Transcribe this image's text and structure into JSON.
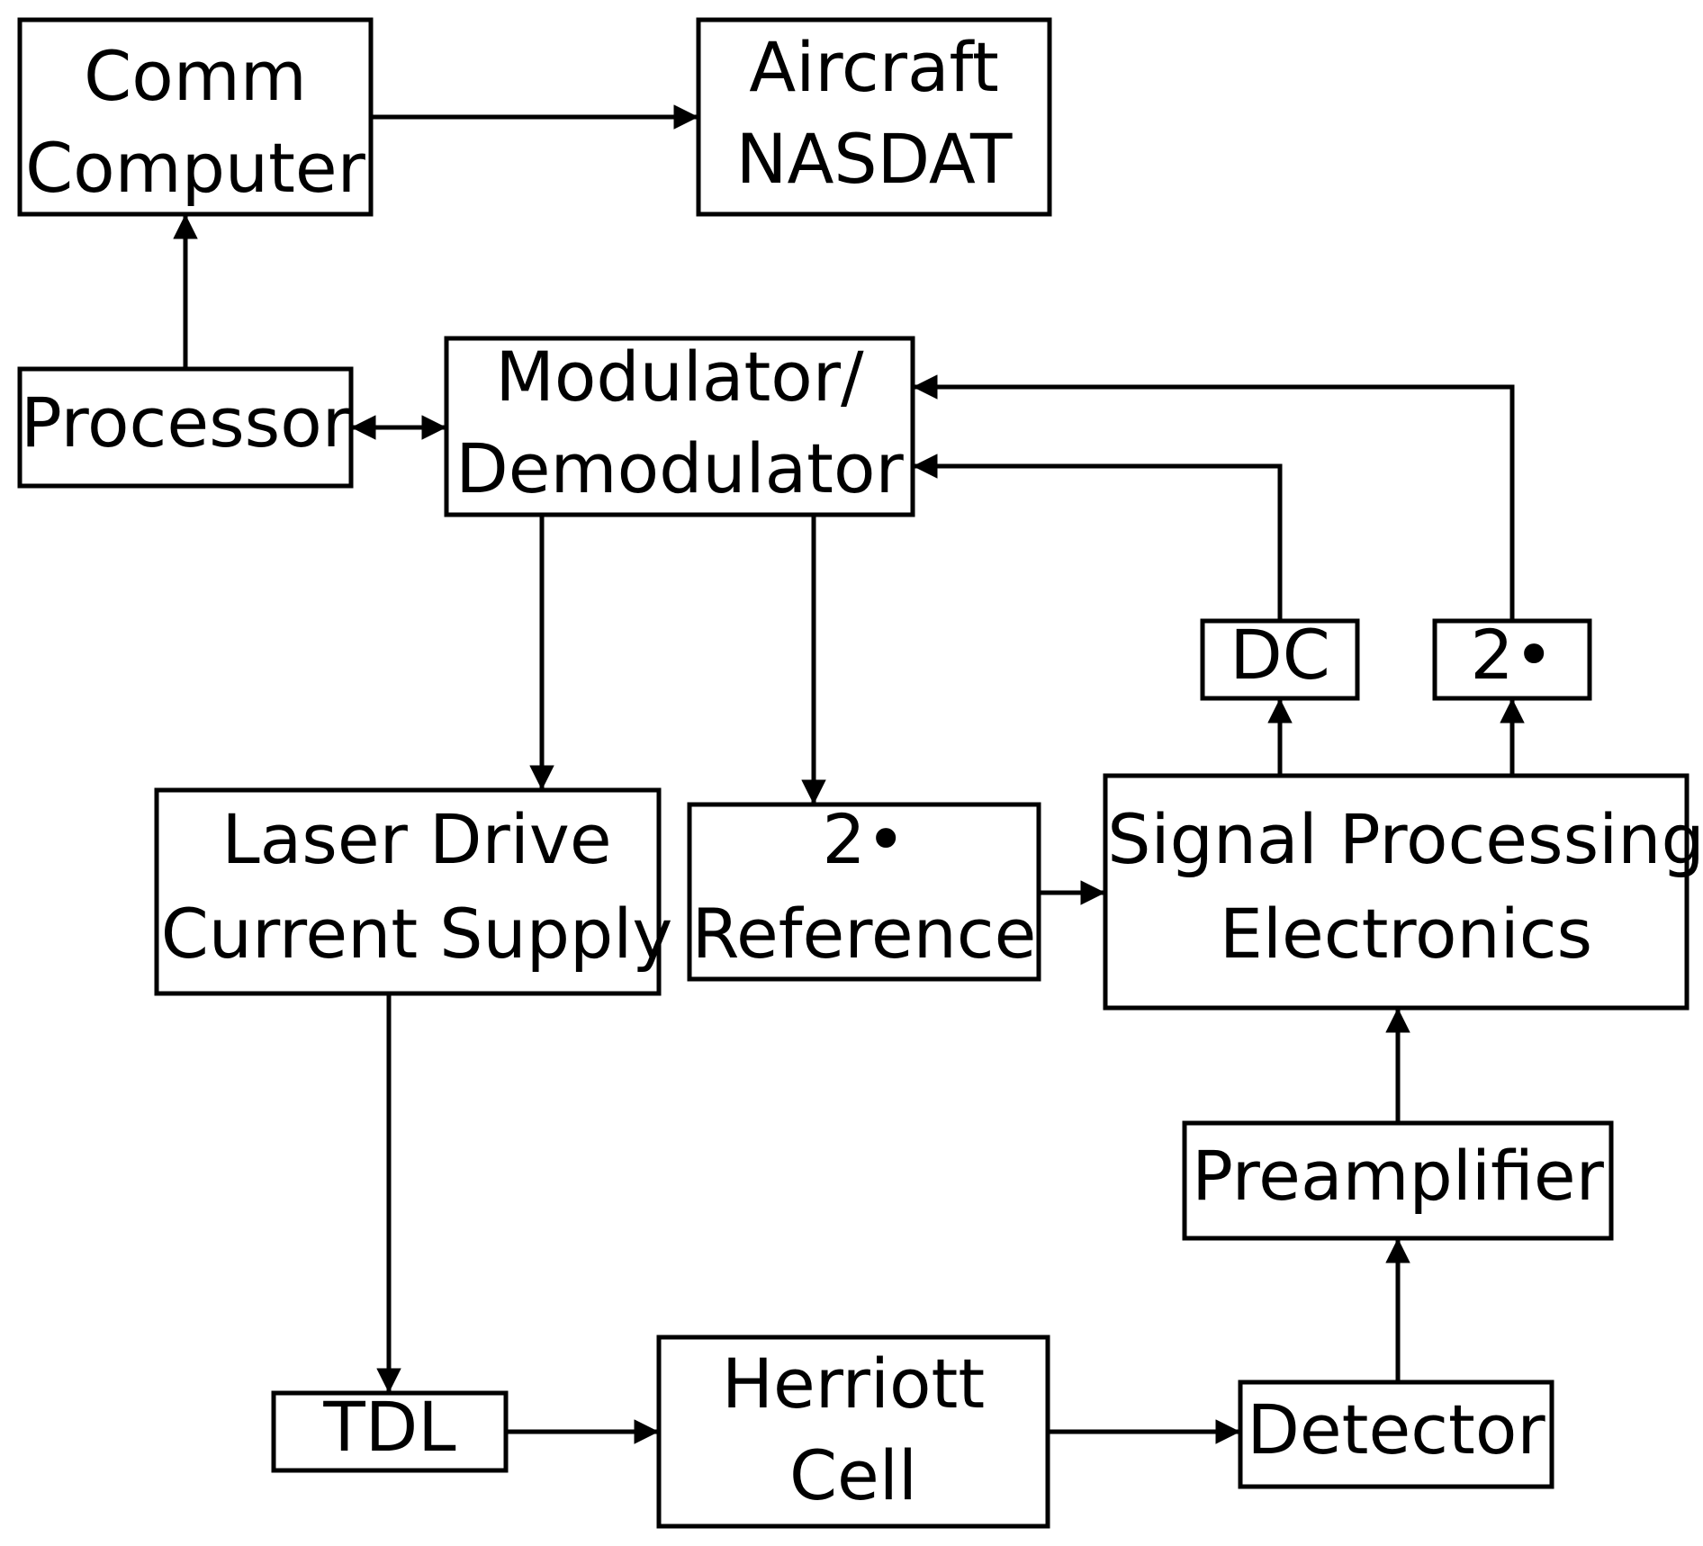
{
  "diagram": {
    "nodes": [
      {
        "id": "comm-computer",
        "lines": [
          "Comm",
          "Computer"
        ]
      },
      {
        "id": "aircraft-nasdat",
        "lines": [
          "Aircraft",
          "NASDAT"
        ]
      },
      {
        "id": "processor",
        "lines": [
          "Processor"
        ]
      },
      {
        "id": "modulator-demodulator",
        "lines": [
          "Modulator/",
          "Demodulator"
        ]
      },
      {
        "id": "dc",
        "lines": [
          "DC"
        ]
      },
      {
        "id": "two-omega-output",
        "lines": [
          "2•"
        ]
      },
      {
        "id": "laser-drive-current-supply",
        "lines": [
          "Laser Drive",
          "Current Supply"
        ]
      },
      {
        "id": "two-omega-reference",
        "lines": [
          "2•",
          "Reference"
        ]
      },
      {
        "id": "signal-processing-electronics",
        "lines": [
          "Signal Processing",
          "Electronics"
        ]
      },
      {
        "id": "preamplifier",
        "lines": [
          "Preamplifier"
        ]
      },
      {
        "id": "tdl",
        "lines": [
          "TDL"
        ]
      },
      {
        "id": "herriott-cell",
        "lines": [
          "Herriott",
          "Cell"
        ]
      },
      {
        "id": "detector",
        "lines": [
          "Detector"
        ]
      }
    ],
    "edges": [
      {
        "from": "comm-computer",
        "to": "aircraft-nasdat"
      },
      {
        "from": "processor",
        "to": "comm-computer"
      },
      {
        "from": "processor",
        "to": "modulator-demodulator",
        "bidirectional": true
      },
      {
        "from": "modulator-demodulator",
        "to": "laser-drive-current-supply"
      },
      {
        "from": "modulator-demodulator",
        "to": "two-omega-reference"
      },
      {
        "from": "two-omega-reference",
        "to": "signal-processing-electronics"
      },
      {
        "from": "signal-processing-electronics",
        "to": "dc"
      },
      {
        "from": "signal-processing-electronics",
        "to": "two-omega-output"
      },
      {
        "from": "dc",
        "to": "modulator-demodulator"
      },
      {
        "from": "two-omega-output",
        "to": "modulator-demodulator"
      },
      {
        "from": "laser-drive-current-supply",
        "to": "tdl"
      },
      {
        "from": "tdl",
        "to": "herriott-cell"
      },
      {
        "from": "herriott-cell",
        "to": "detector"
      },
      {
        "from": "detector",
        "to": "preamplifier"
      },
      {
        "from": "preamplifier",
        "to": "signal-processing-electronics"
      }
    ]
  }
}
